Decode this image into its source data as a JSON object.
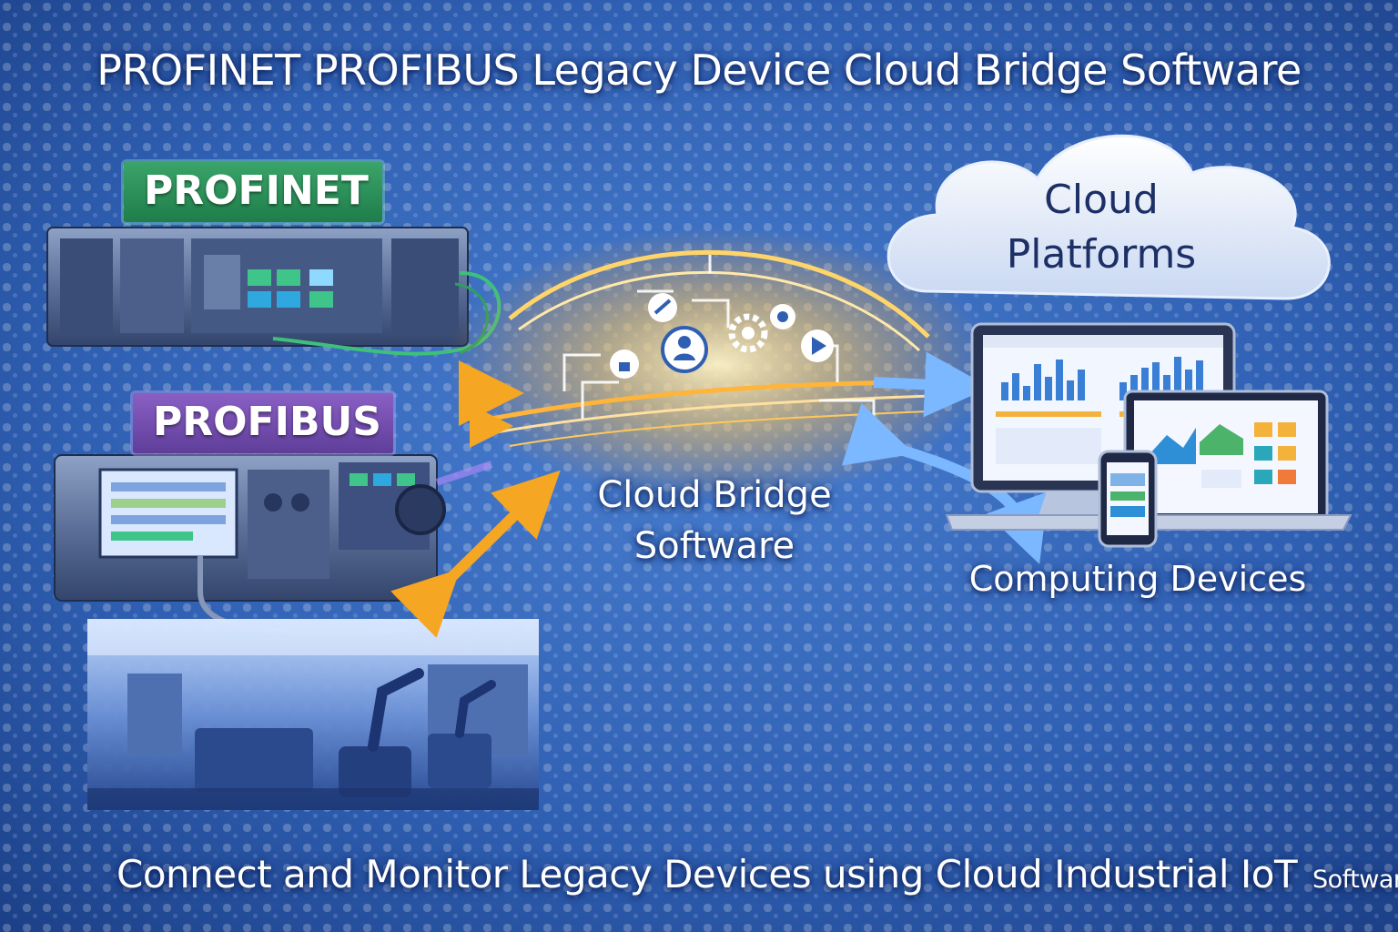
{
  "title": "PROFINET PROFIBUS Legacy Device Cloud Bridge Software",
  "left_panel": {
    "profinet_label": "PROFINET",
    "profibus_label": "PROFIBUS"
  },
  "bridge": {
    "label_line1": "Cloud Bridge",
    "label_line2": "Software"
  },
  "cloud": {
    "label_line1": "Cloud",
    "label_line2": "Platforms"
  },
  "devices": {
    "label": "Computing Devices"
  },
  "footer": {
    "caption_main": "Connect and Monitor Legacy Devices using Cloud Industrial IoT",
    "caption_small": "Software"
  },
  "icons": [
    "gear-icon",
    "user-icon",
    "play-icon",
    "dashboard-icon",
    "arrow-icon"
  ],
  "colors": {
    "background": "#2f5fb2",
    "profinet_green": "#2e9a5e",
    "profibus_purple": "#7a52b8",
    "bridge_orange": "#f5a623",
    "arrow_blue": "#6fb0ff",
    "cloud_text": "#1c2f66"
  }
}
